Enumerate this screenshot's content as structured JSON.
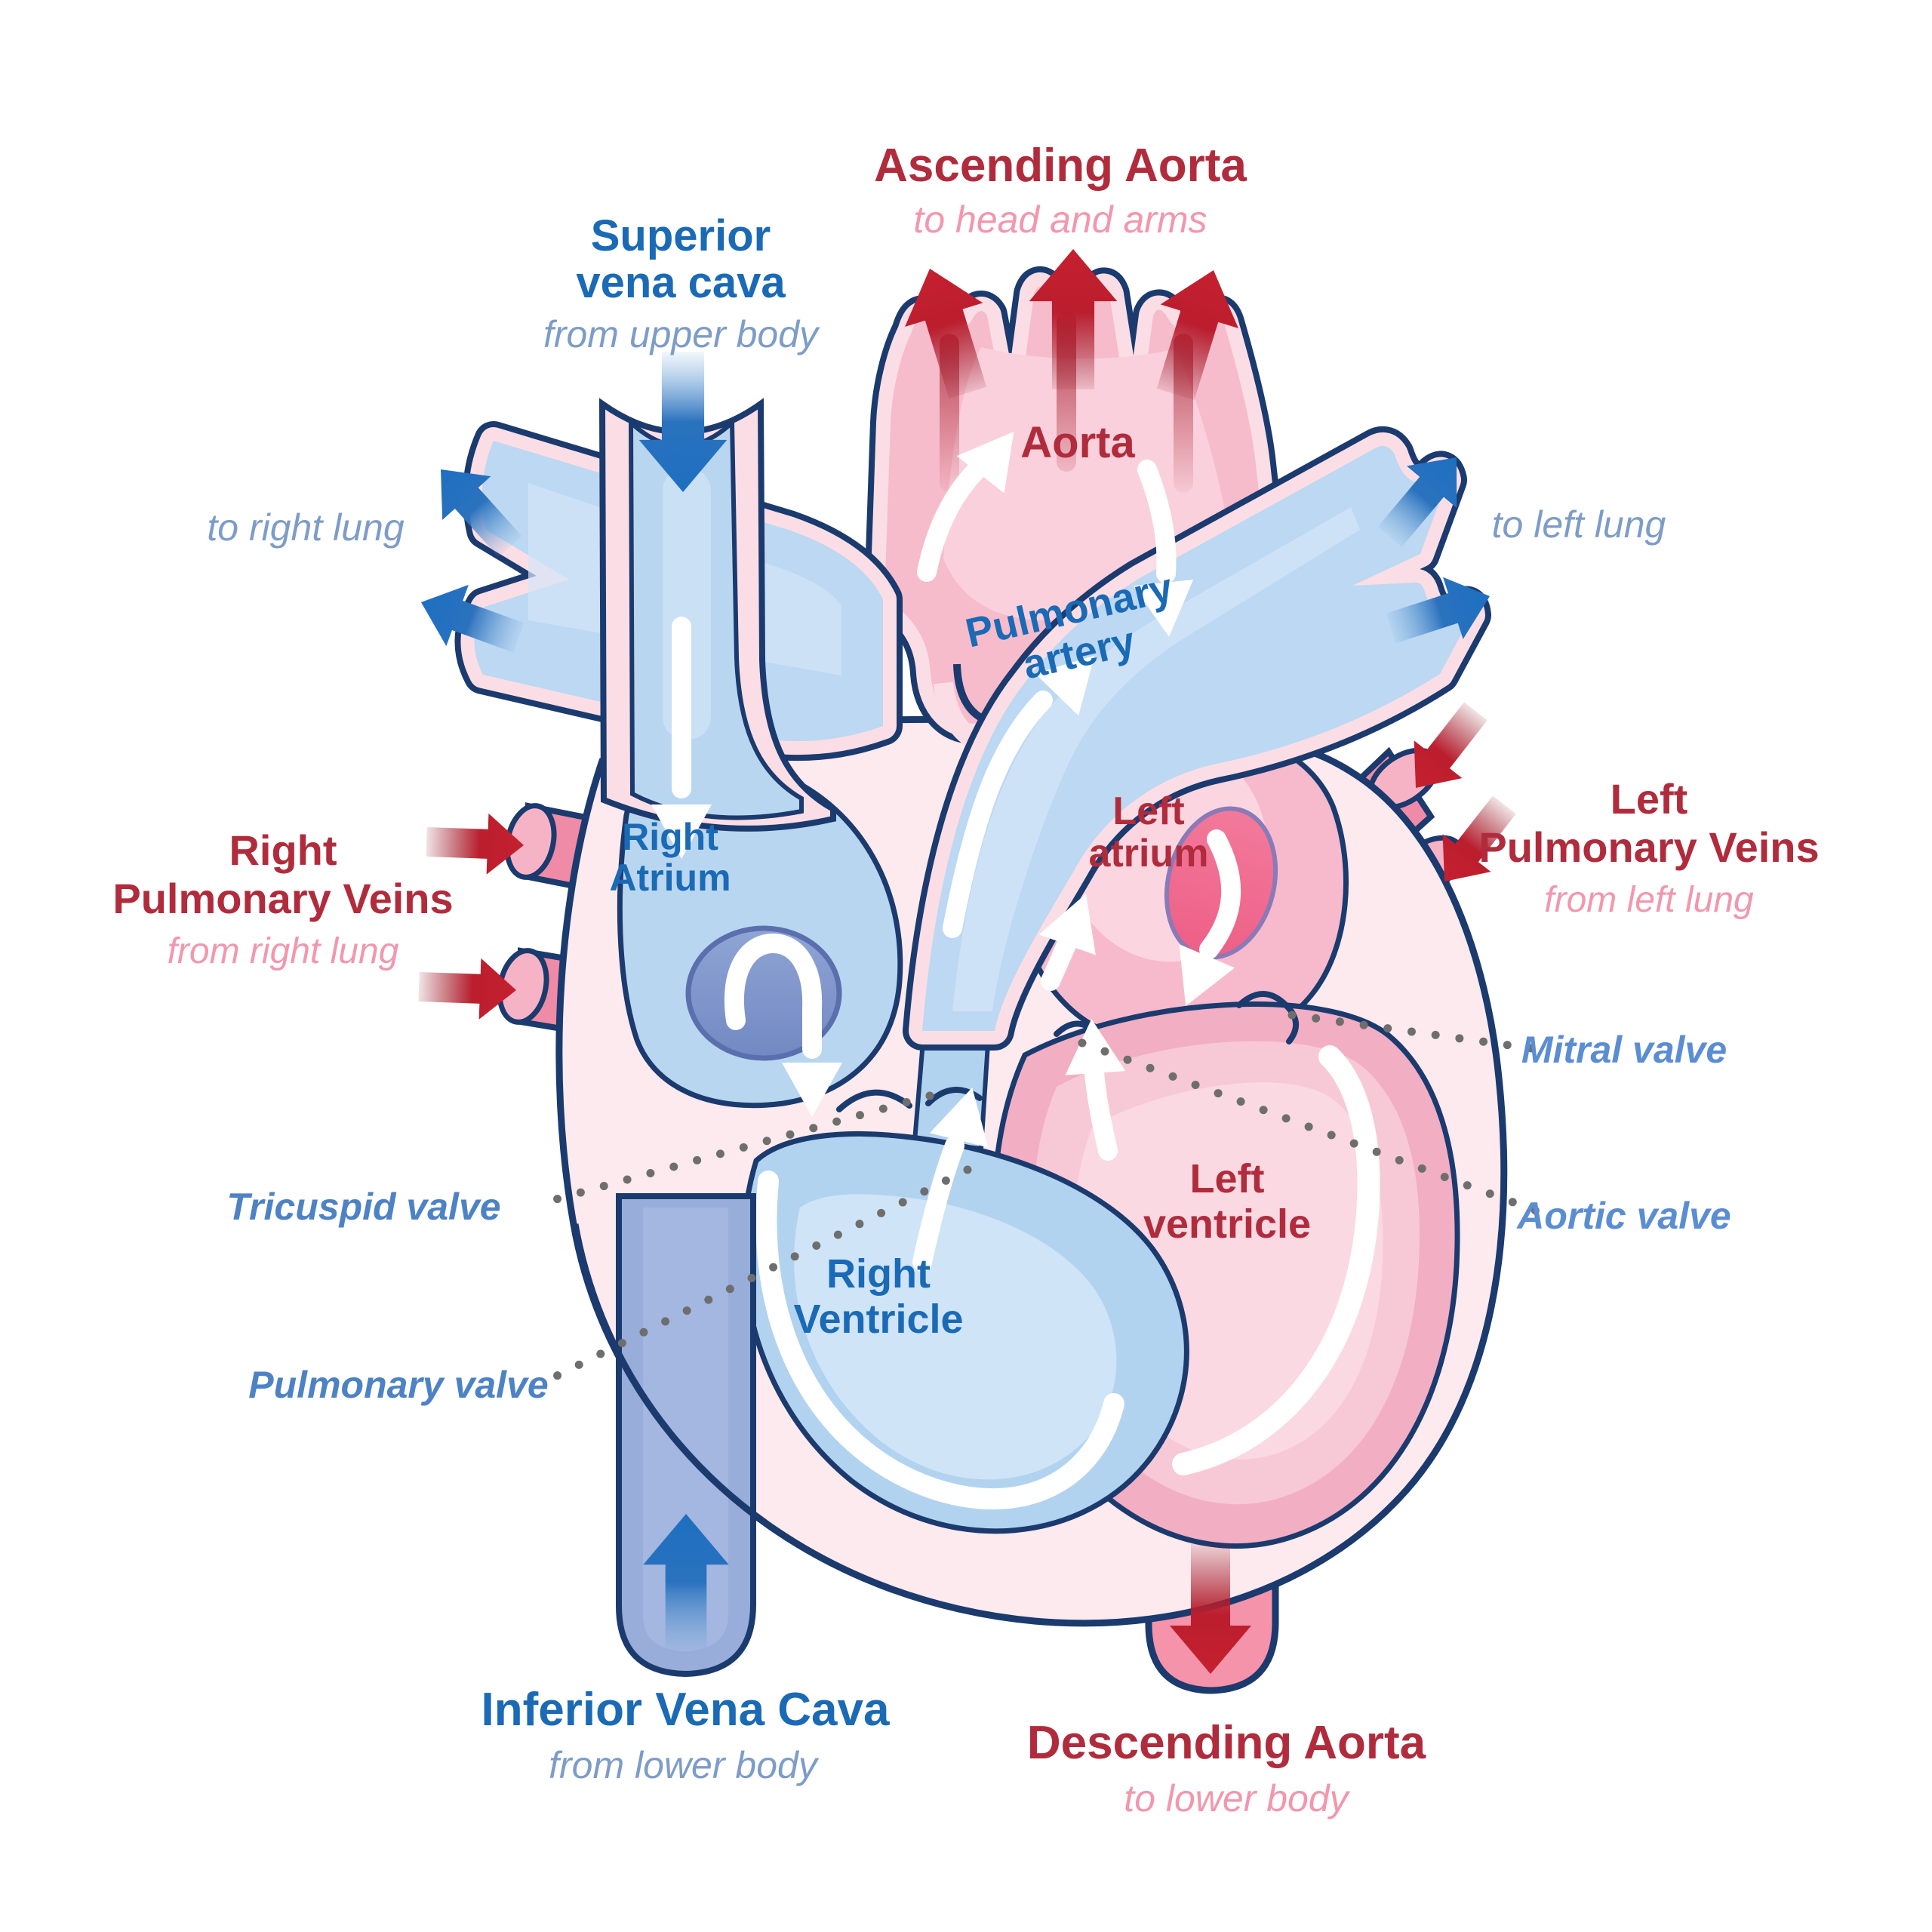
{
  "diagram": "Human heart cross-section with blood flow",
  "labels": {
    "ascending_aorta": {
      "title": "Ascending Aorta",
      "sub": "to head and arms"
    },
    "superior_vena_cava": {
      "line1": "Superior",
      "line2": "vena cava",
      "sub": "from upper body"
    },
    "to_right_lung": "to right lung",
    "to_left_lung": "to left lung",
    "aorta": "Aorta",
    "pulmonary_artery": {
      "line1": "Pulmonary",
      "line2": "artery"
    },
    "right_pulmonary_veins": {
      "line1": "Right",
      "line2": "Pulmonary Veins",
      "sub": "from right lung"
    },
    "left_pulmonary_veins": {
      "line1": "Left",
      "line2": "Pulmonary Veins",
      "sub": "from left lung"
    },
    "right_atrium": {
      "line1": "Right",
      "line2": "Atrium"
    },
    "left_atrium": {
      "line1": "Left",
      "line2": "atrium"
    },
    "mitral_valve": "Mitral valve",
    "tricuspid_valve": "Tricuspid valve",
    "aortic_valve": "Aortic valve",
    "left_ventricle": {
      "line1": "Left",
      "line2": "ventricle"
    },
    "right_ventricle": {
      "line1": "Right",
      "line2": "Ventricle"
    },
    "pulmonary_valve": "Pulmonary valve",
    "inferior_vena_cava": {
      "title": "Inferior Vena Cava",
      "sub": "from lower body"
    },
    "descending_aorta": {
      "title": "Descending Aorta",
      "sub": "to lower body"
    }
  },
  "colors": {
    "outline_navy": "#1b3a6e",
    "label_blue": "#1a6ab5",
    "label_light_blue": "#7d9cc8",
    "label_dark_red": "#b02c3c",
    "label_pink": "#f297ad",
    "valve_label_blue": "#4d82c4",
    "artery_arrow_red": "#c5202f",
    "vein_arrow_blue": "#1e6fc1",
    "oxygenated_pink": "#f6bccb",
    "deoxygenated_blue": "#b9d6f0"
  }
}
